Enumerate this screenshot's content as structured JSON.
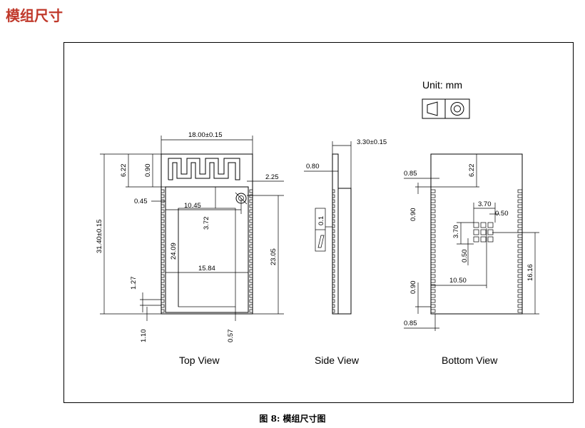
{
  "page_title": "模组尺寸",
  "caption": "图 8: 模组尺寸图",
  "unit_label": "Unit: mm",
  "views": {
    "top": "Top View",
    "side": "Side View",
    "bottom": "Bottom View"
  },
  "top_dims": {
    "width": "18.00±0.15",
    "length": "31.40±0.15",
    "antenna_h": "6.22",
    "ant_gap": "0.90",
    "edge_045": "0.45",
    "d_225": "2.25",
    "d_1045": "10.45",
    "d_372": "3.72",
    "d_2409": "24.09",
    "d_1584": "15.84",
    "d_2305": "23.05",
    "d_127": "1.27",
    "d_110": "1.10",
    "d_057": "0.57"
  },
  "side_dims": {
    "thickness": "3.30±0.15",
    "d_080": "0.80",
    "d_01": "0.1"
  },
  "bottom_dims": {
    "d_085_top": "0.85",
    "d_622": "6.22",
    "d_090_top": "0.90",
    "d_370_h": "3.70",
    "d_050_h": "0.50",
    "d_370_v": "3.70",
    "d_050_v": "0.50",
    "d_1050": "10.50",
    "d_1616": "16.16",
    "d_090_bot": "0.90",
    "d_085_bot": "0.85"
  },
  "colors": {
    "heading": "#c0392b",
    "line": "#000000"
  },
  "icons": [
    "projection-symbol-icon"
  ]
}
